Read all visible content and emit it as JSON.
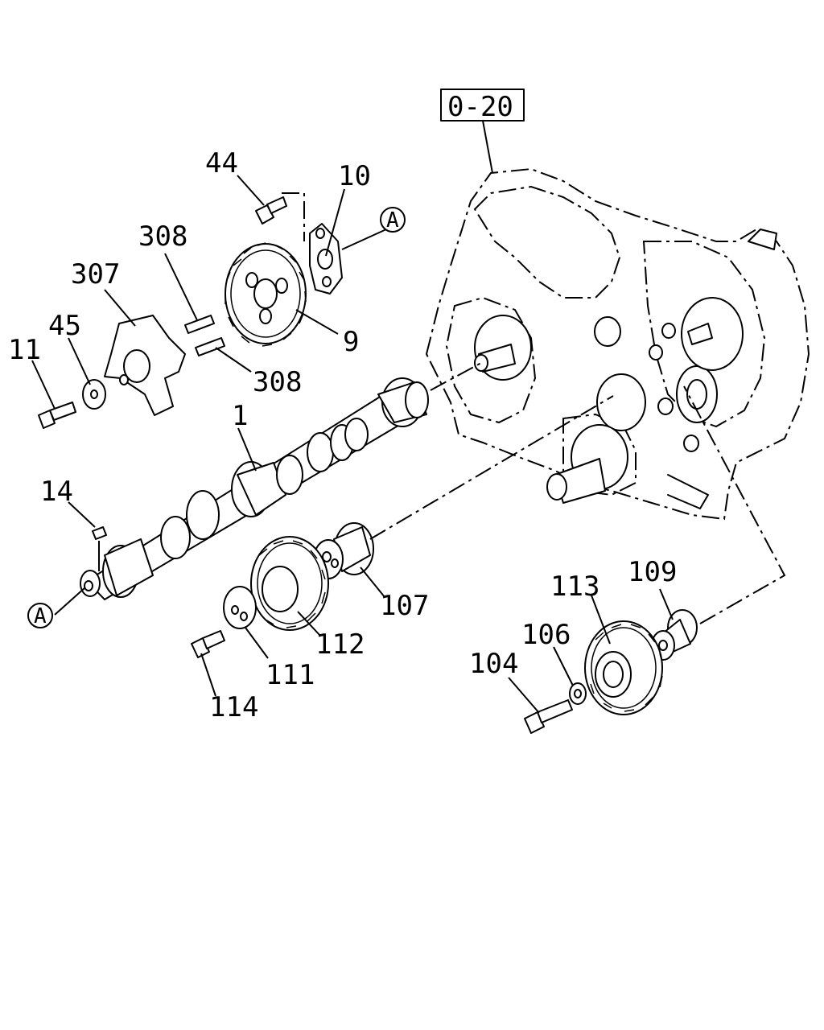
{
  "reference": {
    "label": "0-20"
  },
  "connector": {
    "letter": "A"
  },
  "callouts": {
    "p1": "1",
    "p9": "9",
    "p10": "10",
    "p11": "11",
    "p14": "14",
    "p44": "44",
    "p45": "45",
    "p104": "104",
    "p106": "106",
    "p107": "107",
    "p109": "109",
    "p111": "111",
    "p112": "112",
    "p113": "113",
    "p114": "114",
    "p307": "307",
    "p308a": "308",
    "p308b": "308"
  }
}
